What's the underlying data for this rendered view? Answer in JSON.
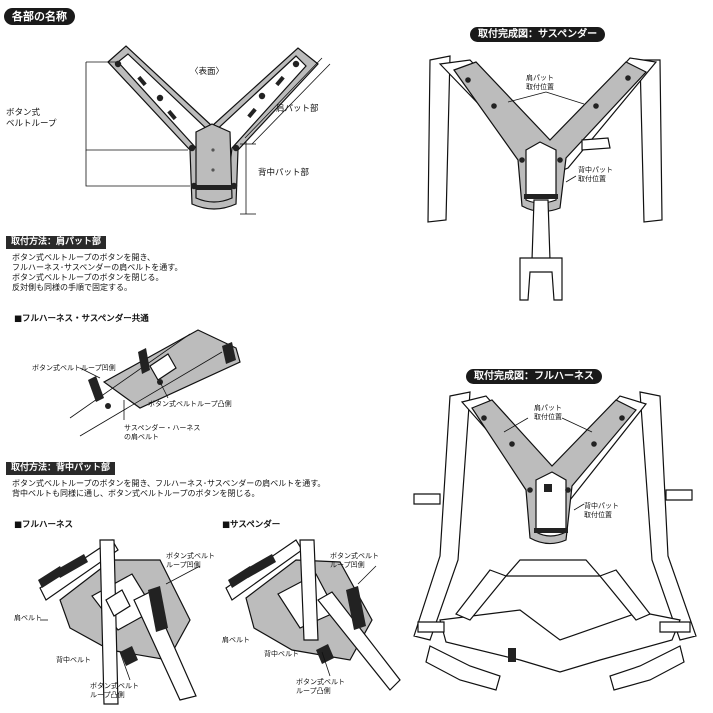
{
  "section_names": {
    "title": "各部の名称"
  },
  "parts_diagram": {
    "front_label": "〈表面〉",
    "shoulder_pad": "肩パット部",
    "back_pad": "背中パット部",
    "button_loop": [
      "ボタン式",
      "ベルトループ"
    ]
  },
  "install_shoulder": {
    "title": "取付方法：肩パット部",
    "steps": [
      "ボタン式ベルトループのボタンを開き、",
      "フルハーネス･サスペンダーの肩ベルトを通す。",
      "ボタン式ベルトループのボタンを閉じる。",
      "反対側も同様の手順で固定する。"
    ],
    "subheading": "■フルハーネス・サスペンダー共通",
    "labels": {
      "concave": "ボタン式ベルトループ凹側",
      "convex": "ボタン式ベルトループ凸側",
      "belt": [
        "サスペンダー・ハーネス",
        "の肩ベルト"
      ]
    }
  },
  "install_back": {
    "title": "取付方法：背中パット部",
    "steps": [
      "ボタン式ベルトループのボタンを開き、フルハーネス･サスペンダーの肩ベルトを通す。",
      "背中ベルトも同様に通し、ボタン式ベルトループのボタンを閉じる。"
    ],
    "full_harness": {
      "heading": "■フルハーネス",
      "loop_concave": [
        "ボタン式ベルト",
        "ループ凹側"
      ],
      "shoulder_belt": "肩ベルト",
      "back_belt": "背中ベルト",
      "loop_convex": [
        "ボタン式ベルト",
        "ループ凸側"
      ]
    },
    "suspender": {
      "heading": "■サスペンダー",
      "loop_concave": [
        "ボタン式ベルト",
        "ループ凹側"
      ],
      "shoulder_belt": "肩ベルト",
      "back_belt": "背中ベルト",
      "loop_convex": [
        "ボタン式ベルト",
        "ループ凸側"
      ]
    }
  },
  "complete_suspender": {
    "title": "取付完成図：サスペンダー",
    "shoulder_pos": [
      "肩パット",
      "取付位置"
    ],
    "back_pos": [
      "背中パット",
      "取付位置"
    ]
  },
  "complete_harness": {
    "title": "取付完成図：フルハーネス",
    "shoulder_pos": [
      "肩パット",
      "取付位置"
    ],
    "back_pos": [
      "背中パット",
      "取付位置"
    ]
  }
}
